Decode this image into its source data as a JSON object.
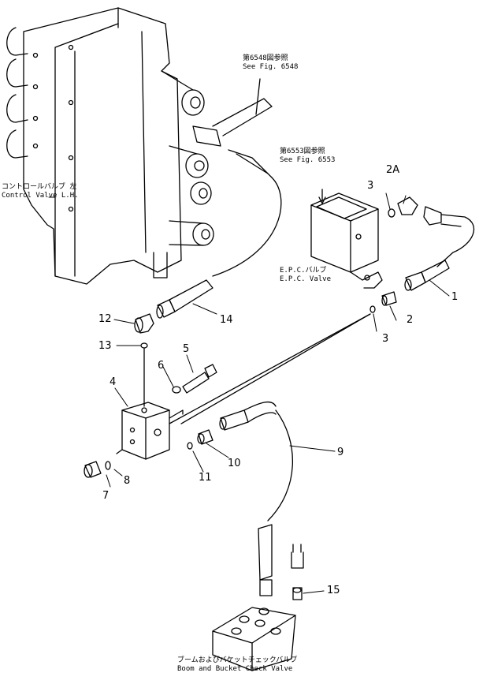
{
  "labels": {
    "fig6548_jp": "第6548図参照",
    "fig6548_en": "See Fig. 6548",
    "fig6553_jp": "第6553図参照",
    "fig6553_en": "See Fig. 6553",
    "control_jp": "コントロールバルブ 左",
    "control_en": "Control Valve L.H.",
    "epc_jp": "E.P.C.バルブ",
    "epc_en": "E.P.C. Valve",
    "check_jp": "ブームおよびバケットチェックバルブ",
    "check_en": "Boom and Bucket Check Valve"
  },
  "callouts": [
    "1",
    "2",
    "2A",
    "3",
    "3",
    "4",
    "5",
    "6",
    "7",
    "8",
    "9",
    "10",
    "11",
    "12",
    "13",
    "14",
    "15"
  ]
}
